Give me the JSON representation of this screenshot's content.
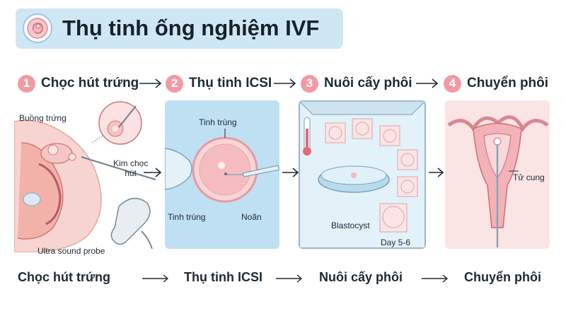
{
  "title": "Thụ tinh ống nghiệm IVF",
  "steps": [
    {
      "number": "1",
      "label": "Chọc hút trứng"
    },
    {
      "number": "2",
      "label": "Thụ tinh ICSI"
    },
    {
      "number": "3",
      "label": "Nuôi cấy phôi"
    },
    {
      "number": "4",
      "label": "Chuyển phôi"
    }
  ],
  "panel1": {
    "ovary": "Buồng trứng",
    "needle": "Kim chọc\nhút",
    "probe": "Ultra sound probe"
  },
  "panel2": {
    "sperm_top": "Tinh trùng",
    "sperm_bottom": "Tinh trùng",
    "egg": "Noãn"
  },
  "panel3": {
    "blastocyst": "Blastocyst",
    "day": "Day 5-6"
  },
  "panel4": {
    "uterus": "Tử cung"
  },
  "bottom_row": [
    "Chọc hút trứng",
    "Thụ tinh ICSI",
    "Nuôi cấy phôi",
    "Chuyển phôi"
  ],
  "colors": {
    "accent_pink": "#f29aa4",
    "title_bg": "#cfe6f5",
    "panel_blue": "#bfe0f2"
  },
  "icons": [
    "embryo-icon",
    "arrow-right-icon"
  ]
}
